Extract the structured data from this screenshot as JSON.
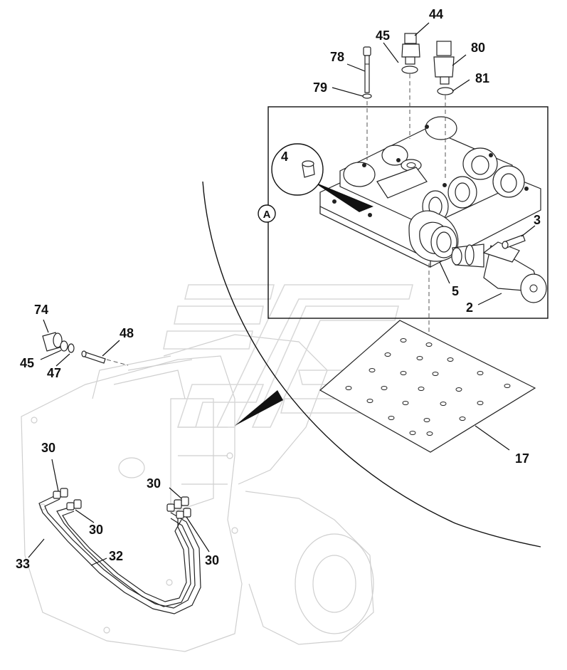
{
  "diagram": {
    "callouts": {
      "c44": "44",
      "c45_top": "45",
      "c78": "78",
      "c80": "80",
      "c79": "79",
      "c81": "81",
      "c4": "4",
      "c3": "3",
      "cA": "A",
      "c5": "5",
      "c2": "2",
      "c74": "74",
      "c48": "48",
      "c45_left": "45",
      "c47": "47",
      "c17": "17",
      "c30_a": "30",
      "c30_b": "30",
      "c30_c": "30",
      "c30_d": "30",
      "c33": "33",
      "c32": "32"
    }
  }
}
